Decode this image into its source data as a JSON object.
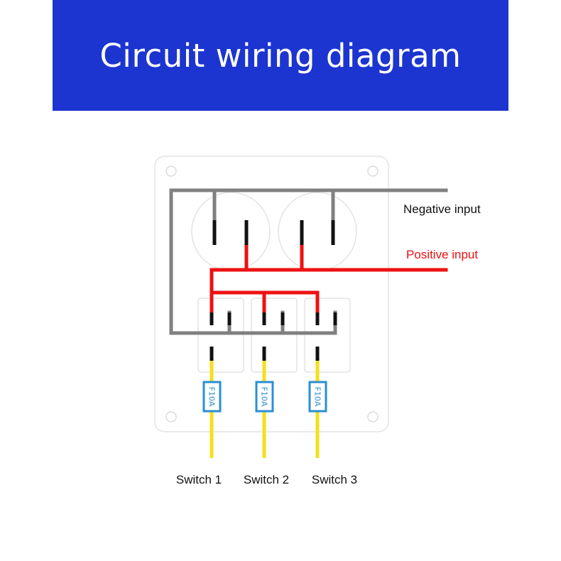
{
  "header": {
    "title": "Circuit wiring diagram"
  },
  "labels": {
    "negative": "Negative input",
    "positive": "Positive input"
  },
  "fuses": [
    {
      "rating": "F10A"
    },
    {
      "rating": "F10A"
    },
    {
      "rating": "F10A"
    }
  ],
  "switches": [
    {
      "label": "Switch 1"
    },
    {
      "label": "Switch 2"
    },
    {
      "label": "Switch 3"
    }
  ],
  "colors": {
    "banner": "#1c35d0",
    "negative_wire": "#808080",
    "positive_wire": "#ee1111",
    "load_wire": "#f5df1a",
    "fuse_outline": "#2a8fd0",
    "positive_label": "#ee1111"
  }
}
